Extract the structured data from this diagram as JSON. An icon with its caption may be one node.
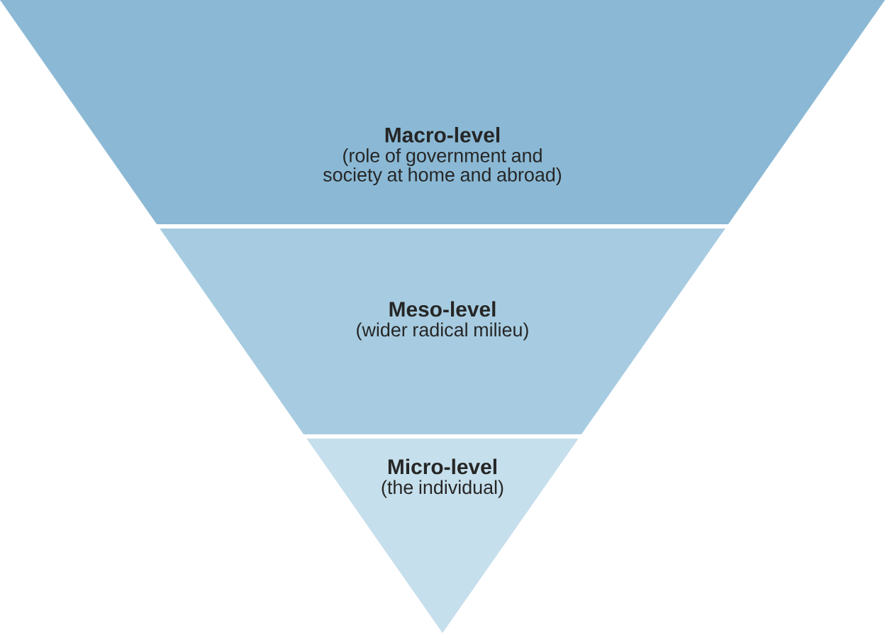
{
  "diagram": {
    "nodes": [
      {
        "text": [
          "Macro-level",
          "(role of government and society at home and abroad)"
        ]
      },
      {
        "text": [
          "Meso-level",
          "(wider radical milieu)"
        ]
      },
      {
        "text": [
          "Micro-level",
          "(the individual)"
        ]
      }
    ]
  }
}
